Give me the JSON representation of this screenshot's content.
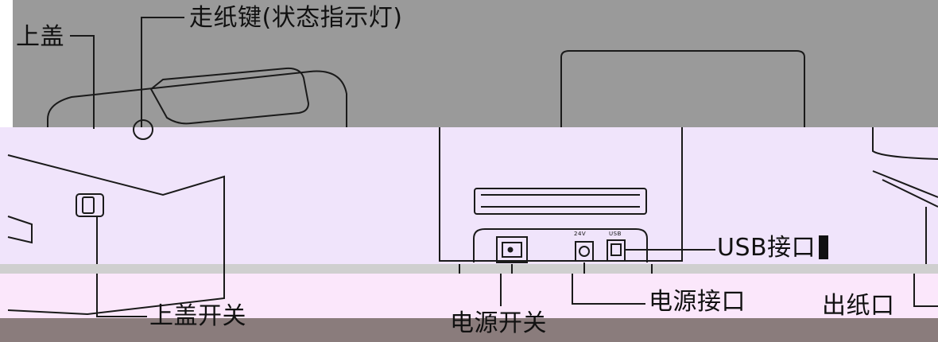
{
  "colors": {
    "band_gray": "#999999",
    "band_lavender": "#f0e4fb",
    "band_light": "#c8c8c8",
    "band_pink": "#fbe7fb",
    "band_dark": "#8a7c7c",
    "line": "#1a1a1a"
  },
  "labels": {
    "top_cover": "上盖",
    "feed_button": "走纸键(状态指示灯)",
    "usb_port": "USB接口",
    "top_cover_switch": "上盖开关",
    "power_switch": "电源开关",
    "power_port": "电源接口",
    "paper_outlet": "出纸口"
  },
  "icons": {
    "power_port_tiny_label": "24V",
    "usb_tiny_label": "USB"
  }
}
